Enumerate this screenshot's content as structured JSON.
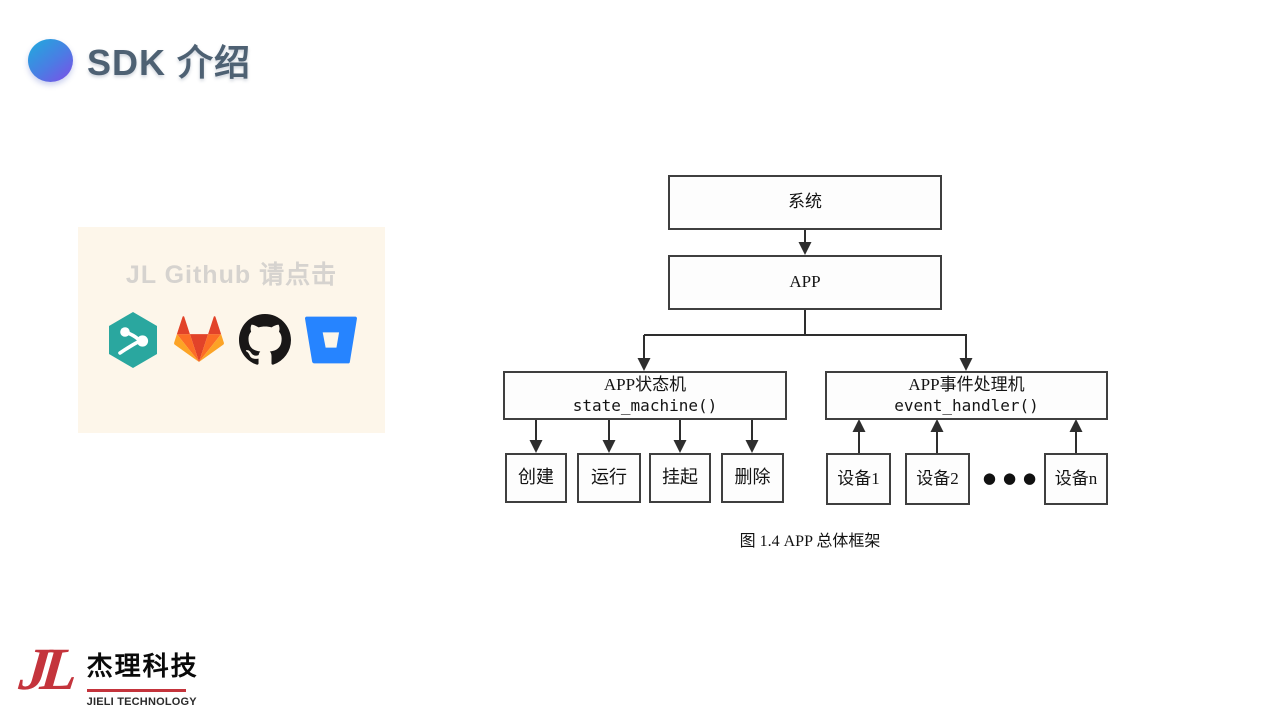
{
  "slide": {
    "title": "SDK 介绍",
    "accent_gradient": [
      "#27a2de",
      "#7457e6"
    ],
    "title_color": "#4e6173",
    "background": "#ffffff"
  },
  "github_panel": {
    "heading": "JL Github 请点击",
    "background": "#fdf6ea",
    "heading_color": "#d6d3cf",
    "icons": [
      {
        "name": "git-fork-hexagon-icon",
        "color": "#2aa79f"
      },
      {
        "name": "gitlab-icon",
        "colors": [
          "#e24329",
          "#fc6d26",
          "#fca326"
        ]
      },
      {
        "name": "github-icon",
        "color": "#191717"
      },
      {
        "name": "bitbucket-icon",
        "color": "#2684ff"
      }
    ]
  },
  "diagram": {
    "caption": "图 1.4 APP 总体框架",
    "line_color": "#2e2e2e",
    "nodes": {
      "system": "系统",
      "app": "APP",
      "state_machine_title": "APP状态机",
      "state_machine_code": "state_machine()",
      "event_handler_title": "APP事件处理机",
      "event_handler_code": "event_handler()",
      "create": "创建",
      "run": "运行",
      "suspend": "挂起",
      "delete": "删除",
      "device1": "设备1",
      "device2": "设备2",
      "ellipsis": "●●●",
      "devicen": "设备n"
    },
    "edges": [
      "系统 → APP",
      "APP → APP状态机",
      "APP → APP事件处理机",
      "APP状态机 → 创建",
      "APP状态机 → 运行",
      "APP状态机 → 挂起",
      "APP状态机 → 删除",
      "设备1 → APP事件处理机",
      "设备2 → APP事件处理机",
      "设备n → APP事件处理机"
    ]
  },
  "footer": {
    "logo_jl": "JL",
    "logo_color": "#c4343c",
    "company_cn": "杰理科技",
    "company_en": "JIELI TECHNOLOGY"
  }
}
